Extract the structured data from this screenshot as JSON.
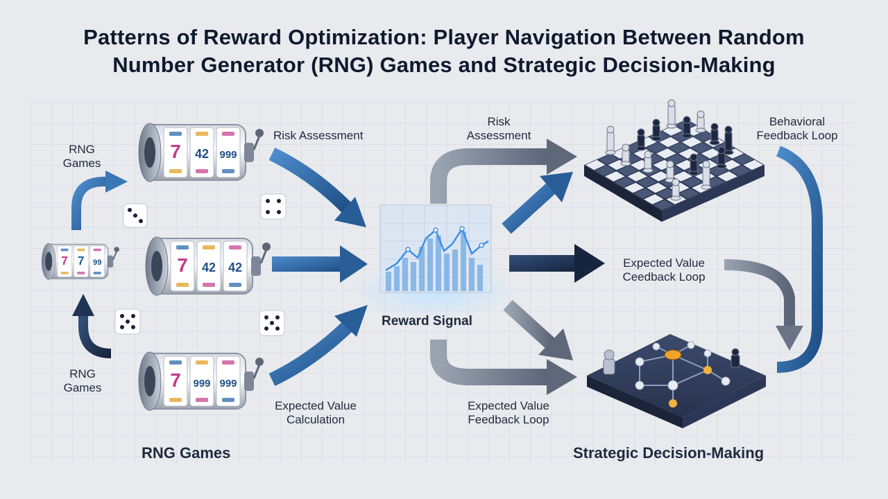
{
  "title": {
    "line1": "Patterns of Reward Optimization: Player Navigation Between Random",
    "line2": "Number Generator (RNG) Games and Strategic Decision-Making"
  },
  "labels": {
    "rng_games_top": [
      "RNG",
      "Games"
    ],
    "rng_games_bottom": [
      "RNG",
      "Games"
    ],
    "risk_assessment_left": "Risk Assessment",
    "risk_assessment_right": [
      "Risk",
      "Assessment"
    ],
    "behavioral_feedback": [
      "Behavioral",
      "Feedback Loop"
    ],
    "expected_value_feedback_mid": [
      "Expected Value",
      "Ceedback Loop"
    ],
    "expected_value_calc": [
      "Expected Value",
      "Calculation"
    ],
    "expected_value_feedback_bottom": [
      "Expected Value",
      "Feedback Loop"
    ],
    "reward_signal": "Reward Signal",
    "rng_games_footer": "RNG Games",
    "strategic_footer": "Strategic Decision-Making"
  },
  "slot_machines": [
    {
      "symbols": [
        "7",
        "42",
        "999"
      ]
    },
    {
      "symbols": [
        "7",
        "42",
        "42"
      ]
    },
    {
      "symbols": [
        "7",
        "999",
        "999"
      ]
    },
    {
      "symbols": [
        "7",
        "7",
        "99"
      ]
    }
  ],
  "colors": {
    "arrow_blue": "#2f6aa6",
    "arrow_navy": "#1e2f4f",
    "arrow_gray": "#6f7888",
    "board_dark": "#2a3550",
    "glow": "#5fb6ff"
  },
  "icons": [
    "slot-machine-icon",
    "dice-icon",
    "chess-board-icon",
    "node-board-icon",
    "reward-chart-icon"
  ]
}
